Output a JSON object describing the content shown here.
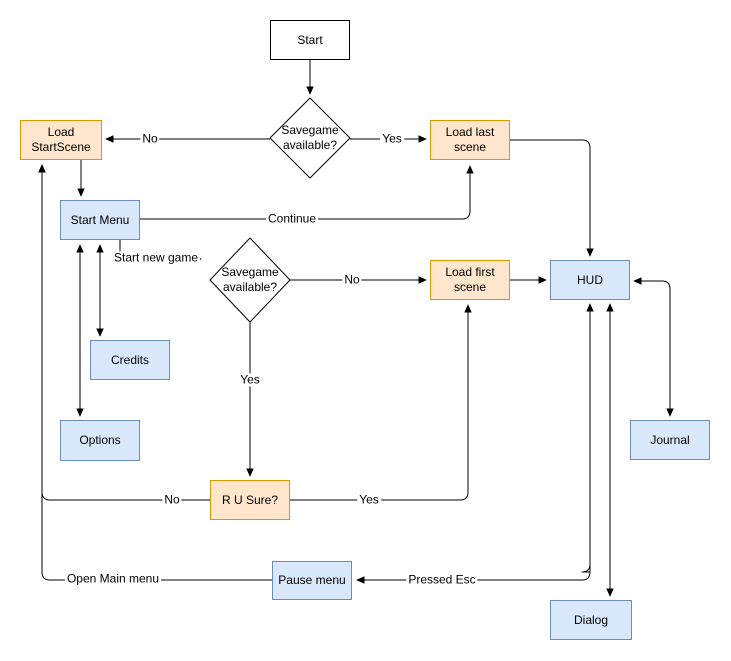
{
  "diagram": {
    "type": "flowchart",
    "nodes": {
      "start": {
        "label": "Start",
        "shape": "rect",
        "style": "terminal"
      },
      "savegame_check_1": {
        "label": "Savegame available?",
        "shape": "diamond",
        "style": "decision"
      },
      "load_startscene": {
        "label": "Load StartScene",
        "shape": "rect",
        "style": "action"
      },
      "load_last_scene": {
        "label": "Load last scene",
        "shape": "rect",
        "style": "action"
      },
      "start_menu": {
        "label": "Start Menu",
        "shape": "rect",
        "style": "screen"
      },
      "savegame_check_2": {
        "label": "Savegame available?",
        "shape": "diamond",
        "style": "decision"
      },
      "load_first_scene": {
        "label": "Load first scene",
        "shape": "rect",
        "style": "action"
      },
      "hud": {
        "label": "HUD",
        "shape": "rect",
        "style": "screen"
      },
      "credits": {
        "label": "Credits",
        "shape": "rect",
        "style": "screen"
      },
      "options": {
        "label": "Options",
        "shape": "rect",
        "style": "screen"
      },
      "r_u_sure": {
        "label": "R U Sure?",
        "shape": "rect",
        "style": "action"
      },
      "journal": {
        "label": "Journal",
        "shape": "rect",
        "style": "screen"
      },
      "pause_menu": {
        "label": "Pause menu",
        "shape": "rect",
        "style": "screen"
      },
      "dialog": {
        "label": "Dialog",
        "shape": "rect",
        "style": "screen"
      }
    },
    "edge_labels": {
      "savegame1_no": "No",
      "savegame1_yes": "Yes",
      "continue": "Continue",
      "start_new_game": "Start new game",
      "savegame2_no": "No",
      "savegame2_yes": "Yes",
      "rusure_no": "No",
      "rusure_yes": "Yes",
      "open_main_menu": "Open Main menu",
      "pressed_esc": "Pressed Esc"
    },
    "colors": {
      "action_fill": "#ffe6cc",
      "action_border": "#d79b00",
      "screen_fill": "#dae8fc",
      "screen_border": "#6c8ebf",
      "terminal_fill": "#ffffff",
      "terminal_border": "#000000",
      "edge": "#000000",
      "background": "#ffffff"
    }
  }
}
